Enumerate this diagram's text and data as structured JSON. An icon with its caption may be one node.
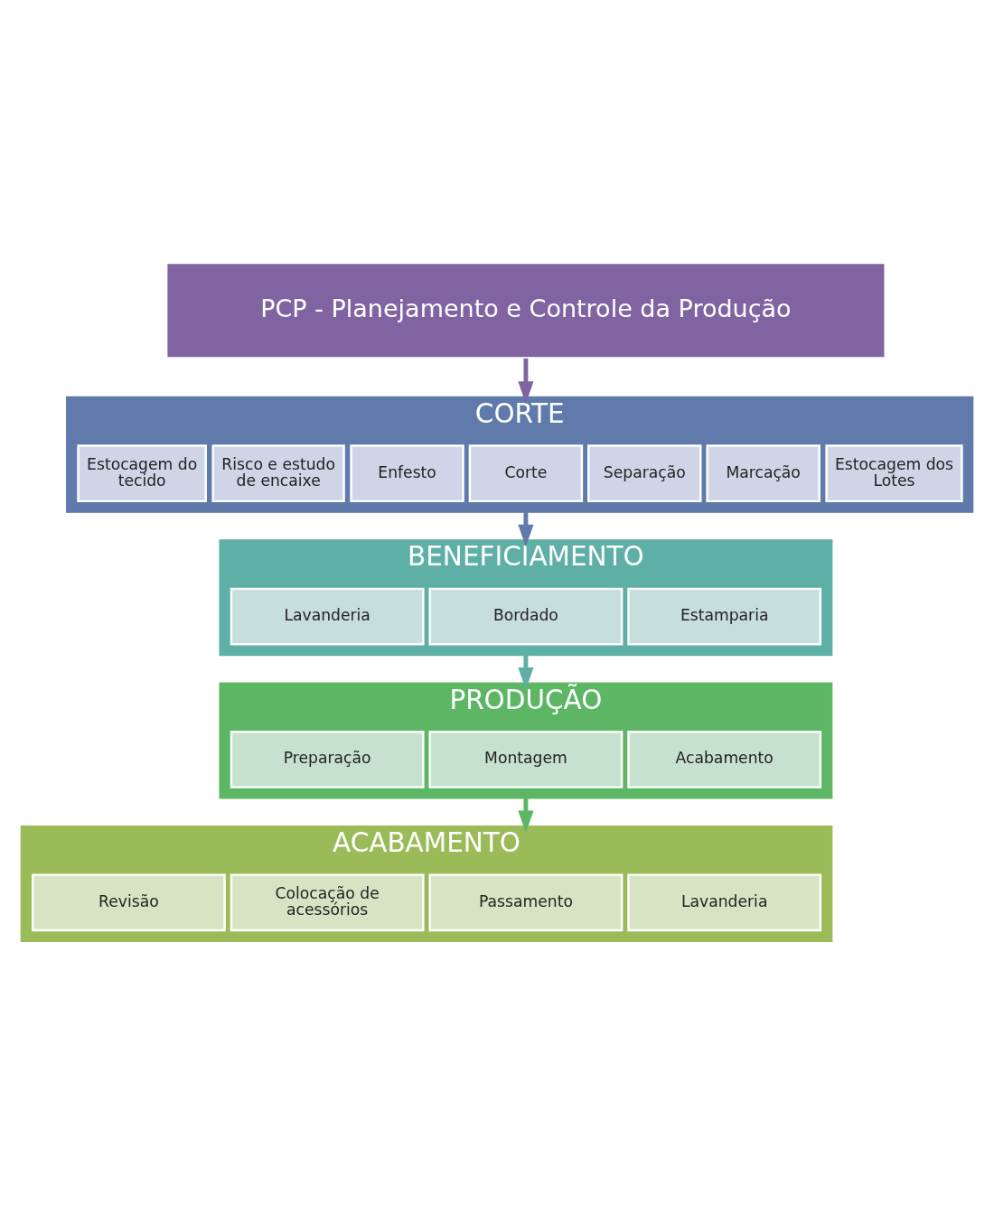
{
  "diagram": {
    "nodes": [
      {
        "text": [
          "PCP - Planejamento e Controle da Produção"
        ]
      },
      {
        "text": [
          "CORTE"
        ]
      },
      {
        "text": [
          "Estocagem do tecido"
        ],
        "in": 1
      },
      {
        "text": [
          "Risco e estudo de encaixe"
        ],
        "in": 1
      },
      {
        "text": [
          "Enfesto"
        ],
        "in": 1
      },
      {
        "text": [
          "Corte"
        ],
        "in": 1
      },
      {
        "text": [
          "Separação"
        ],
        "in": 1
      },
      {
        "text": [
          "Marcação"
        ],
        "in": 1
      },
      {
        "text": [
          "Estocagem dos Lotes"
        ],
        "in": 1
      },
      {
        "text": [
          "BENEFICIAMENTO"
        ]
      },
      {
        "text": [
          "Lavanderia"
        ],
        "in": 9
      },
      {
        "text": [
          "Bordado"
        ],
        "in": 9
      },
      {
        "text": [
          "Estamparia"
        ],
        "in": 9
      },
      {
        "text": [
          "PRODUÇÃO"
        ]
      },
      {
        "text": [
          "Preparação"
        ],
        "in": 13
      },
      {
        "text": [
          "Montagem"
        ],
        "in": 13
      },
      {
        "text": [
          "Acabamento"
        ],
        "in": 13
      },
      {
        "text": [
          "ACABAMENTO"
        ]
      },
      {
        "text": [
          "Revisão"
        ],
        "in": 17
      },
      {
        "text": [
          "Colocação de acessórios"
        ],
        "in": 17
      },
      {
        "text": [
          "Passamento"
        ],
        "in": 17
      },
      {
        "text": [
          "Lavanderia"
        ],
        "in": 17
      }
    ],
    "edges": [
      {
        "from": 0,
        "to": 1,
        "arrow": "to",
        "color": "#8064a2"
      },
      {
        "from": 1,
        "to": 9,
        "arrow": "to",
        "color": "#5f7aab"
      },
      {
        "from": 9,
        "to": 13,
        "arrow": "to",
        "color": "#5eafa5"
      },
      {
        "from": 13,
        "to": 17,
        "arrow": "to",
        "color": "#5db664"
      }
    ]
  }
}
